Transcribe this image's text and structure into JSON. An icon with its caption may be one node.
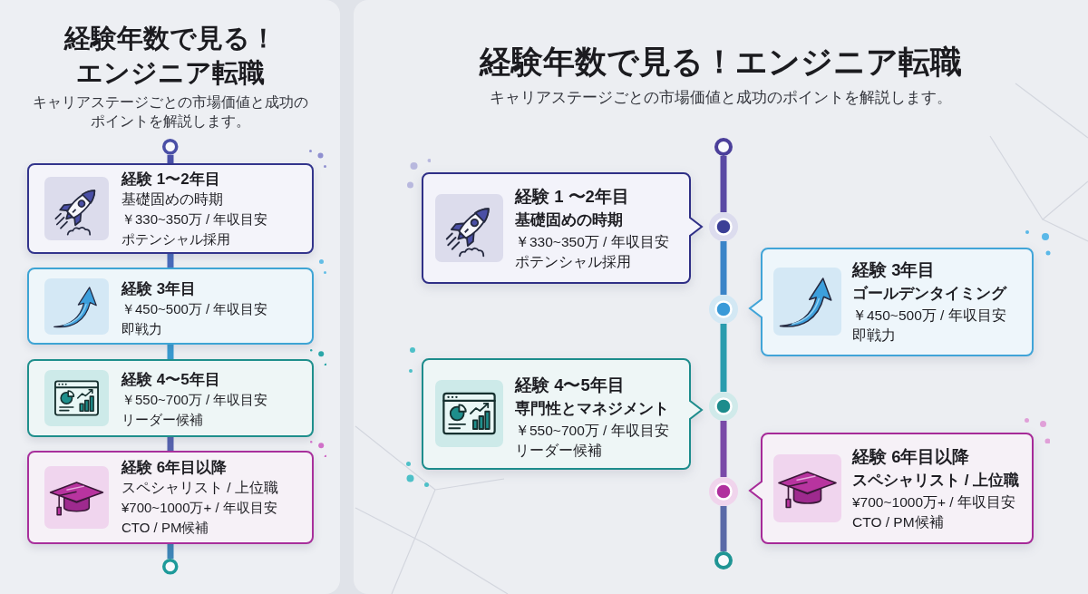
{
  "diagram": {
    "nodes": [
      {
        "text": [
          "経験年数で見る！エンジニア転職",
          "キャリアステージごとの市場価値と成功のポイントを解説します。"
        ]
      },
      {
        "text": [],
        "shape": "circle",
        "in": 0
      },
      {
        "text": [
          "経験 1〜2年目",
          "基礎固めの時期",
          "￥330~350万 / 年収目安",
          "ポテンシャル採用"
        ],
        "in": 0
      },
      {
        "text": [
          "経験 3年目",
          "￥450~500万 / 年収目安",
          "即戦力"
        ],
        "in": 0
      },
      {
        "text": [
          "経験 4〜5年目",
          "￥550~700万 / 年収目安",
          "リーダー候補"
        ],
        "in": 0
      },
      {
        "text": [
          "経験 6年目以降",
          "スペシャリスト / 上位職",
          "¥700~1000万+ / 年収目安",
          "CTO / PM候補"
        ],
        "in": 0
      },
      {
        "text": [],
        "shape": "circle",
        "in": 0
      },
      {
        "text": [
          "経験年数で見る！エンジニア転職",
          "キャリアステージごとの市場価値と成功のポイントを解説します。"
        ]
      },
      {
        "text": [],
        "shape": "circle",
        "in": 7
      },
      {
        "text": [
          "経験 1 〜2年目",
          "基礎固めの時期",
          "￥330~350万 / 年収目安",
          "ポテンシャル採用"
        ],
        "in": 7
      },
      {
        "text": [],
        "shape": "circle",
        "in": 7
      },
      {
        "text": [
          "経験 3年目",
          "ゴールデンタイミング",
          "￥450~500万 / 年収目安",
          "即戦力"
        ],
        "in": 7
      },
      {
        "text": [],
        "shape": "circle",
        "in": 7
      },
      {
        "text": [
          "経験 4〜5年目",
          "専門性とマネジメント",
          "￥550~700万 / 年収目安",
          "リーダー候補"
        ],
        "in": 7
      },
      {
        "text": [],
        "shape": "circle",
        "in": 7
      },
      {
        "text": [
          "経験 6年目以降",
          "スペシャリスト / 上位職",
          "¥700~1000万+ / 年収目安",
          "CTO / PM候補"
        ],
        "in": 7
      },
      {
        "text": [],
        "shape": "circle",
        "in": 7
      },
      {
        "text": [],
        "shape": "circle",
        "in": 7
      }
    ],
    "edges": [
      {
        "from": 1,
        "to": 2,
        "arrow": "none",
        "color": "#4a50a8"
      },
      {
        "from": 2,
        "to": 3,
        "arrow": "none",
        "color": "#4a6cbc"
      },
      {
        "from": 3,
        "to": 4,
        "arrow": "none",
        "color": "#3b9bd0"
      },
      {
        "from": 4,
        "to": 5,
        "arrow": "none",
        "color": "#5864b0"
      },
      {
        "from": 5,
        "to": 6,
        "arrow": "none",
        "color": "#3f86b8"
      },
      {
        "from": 8,
        "to": 10,
        "arrow": "none",
        "color": "#5a4aa4"
      },
      {
        "from": 10,
        "to": 12,
        "arrow": "none",
        "color": "#3a84c8"
      },
      {
        "from": 12,
        "to": 14,
        "arrow": "none",
        "color": "#2a9cae"
      },
      {
        "from": 14,
        "to": 16,
        "arrow": "none",
        "color": "#7a4aa8"
      },
      {
        "from": 16,
        "to": 17,
        "arrow": "none",
        "color": "#5a6aa8"
      }
    ]
  }
}
